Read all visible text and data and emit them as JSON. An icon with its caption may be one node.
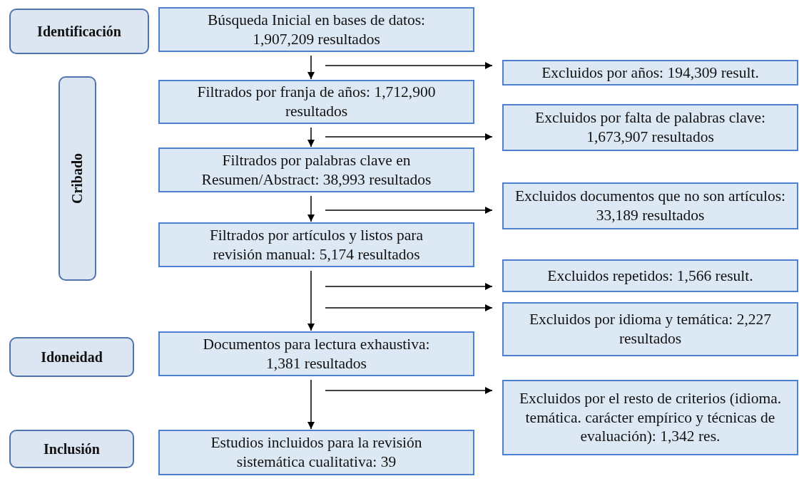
{
  "diagram": {
    "nodes": [
      {
        "text": [
          "Identificación"
        ]
      },
      {
        "text": [
          "Cribado"
        ]
      },
      {
        "text": [
          "Idoneidad"
        ]
      },
      {
        "text": [
          "Inclusión"
        ]
      },
      {
        "text": [
          "Búsqueda Inicial en bases de datos: 1,907,209 resultados"
        ]
      },
      {
        "text": [
          "Filtrados por franja de años: 1,712,900 resultados"
        ]
      },
      {
        "text": [
          "Filtrados por palabras clave en Resumen/Abstract: 38,993 resultados"
        ]
      },
      {
        "text": [
          "Filtrados por artículos y listos para revisión manual: 5,174 resultados"
        ]
      },
      {
        "text": [
          "Documentos para lectura exhaustiva: 1,381 resultados"
        ]
      },
      {
        "text": [
          "Estudios incluidos para la revisión sistemática cualitativa: 39"
        ]
      },
      {
        "text": [
          "Excluidos por años: 194,309 result."
        ]
      },
      {
        "text": [
          "Excluidos por falta de palabras clave: 1,673,907 resultados"
        ]
      },
      {
        "text": [
          "Excluidos documentos que no son artículos: 33,189 resultados"
        ]
      },
      {
        "text": [
          "Excluidos repetidos: 1,566 result."
        ]
      },
      {
        "text": [
          "Excluidos por idioma y temática: 2,227 resultados"
        ]
      },
      {
        "text": [
          "Excluidos por el resto de criterios (idioma. temática. carácter empírico y técnicas de evaluación): 1,342 res."
        ]
      }
    ],
    "edges": [
      {
        "from": 4,
        "to": 5,
        "arrow": "to"
      },
      {
        "from": 5,
        "to": 6,
        "arrow": "to"
      },
      {
        "from": 6,
        "to": 7,
        "arrow": "to"
      },
      {
        "from": 7,
        "to": 8,
        "arrow": "to"
      },
      {
        "from": 8,
        "to": 9,
        "arrow": "to"
      },
      {
        "from": null,
        "to": 10,
        "arrow": "to"
      },
      {
        "from": null,
        "to": 11,
        "arrow": "to"
      },
      {
        "from": null,
        "to": 12,
        "arrow": "to"
      },
      {
        "from": null,
        "to": 13,
        "arrow": "to"
      },
      {
        "from": null,
        "to": 14,
        "arrow": "to"
      },
      {
        "from": null,
        "to": 15,
        "arrow": "to"
      }
    ]
  }
}
